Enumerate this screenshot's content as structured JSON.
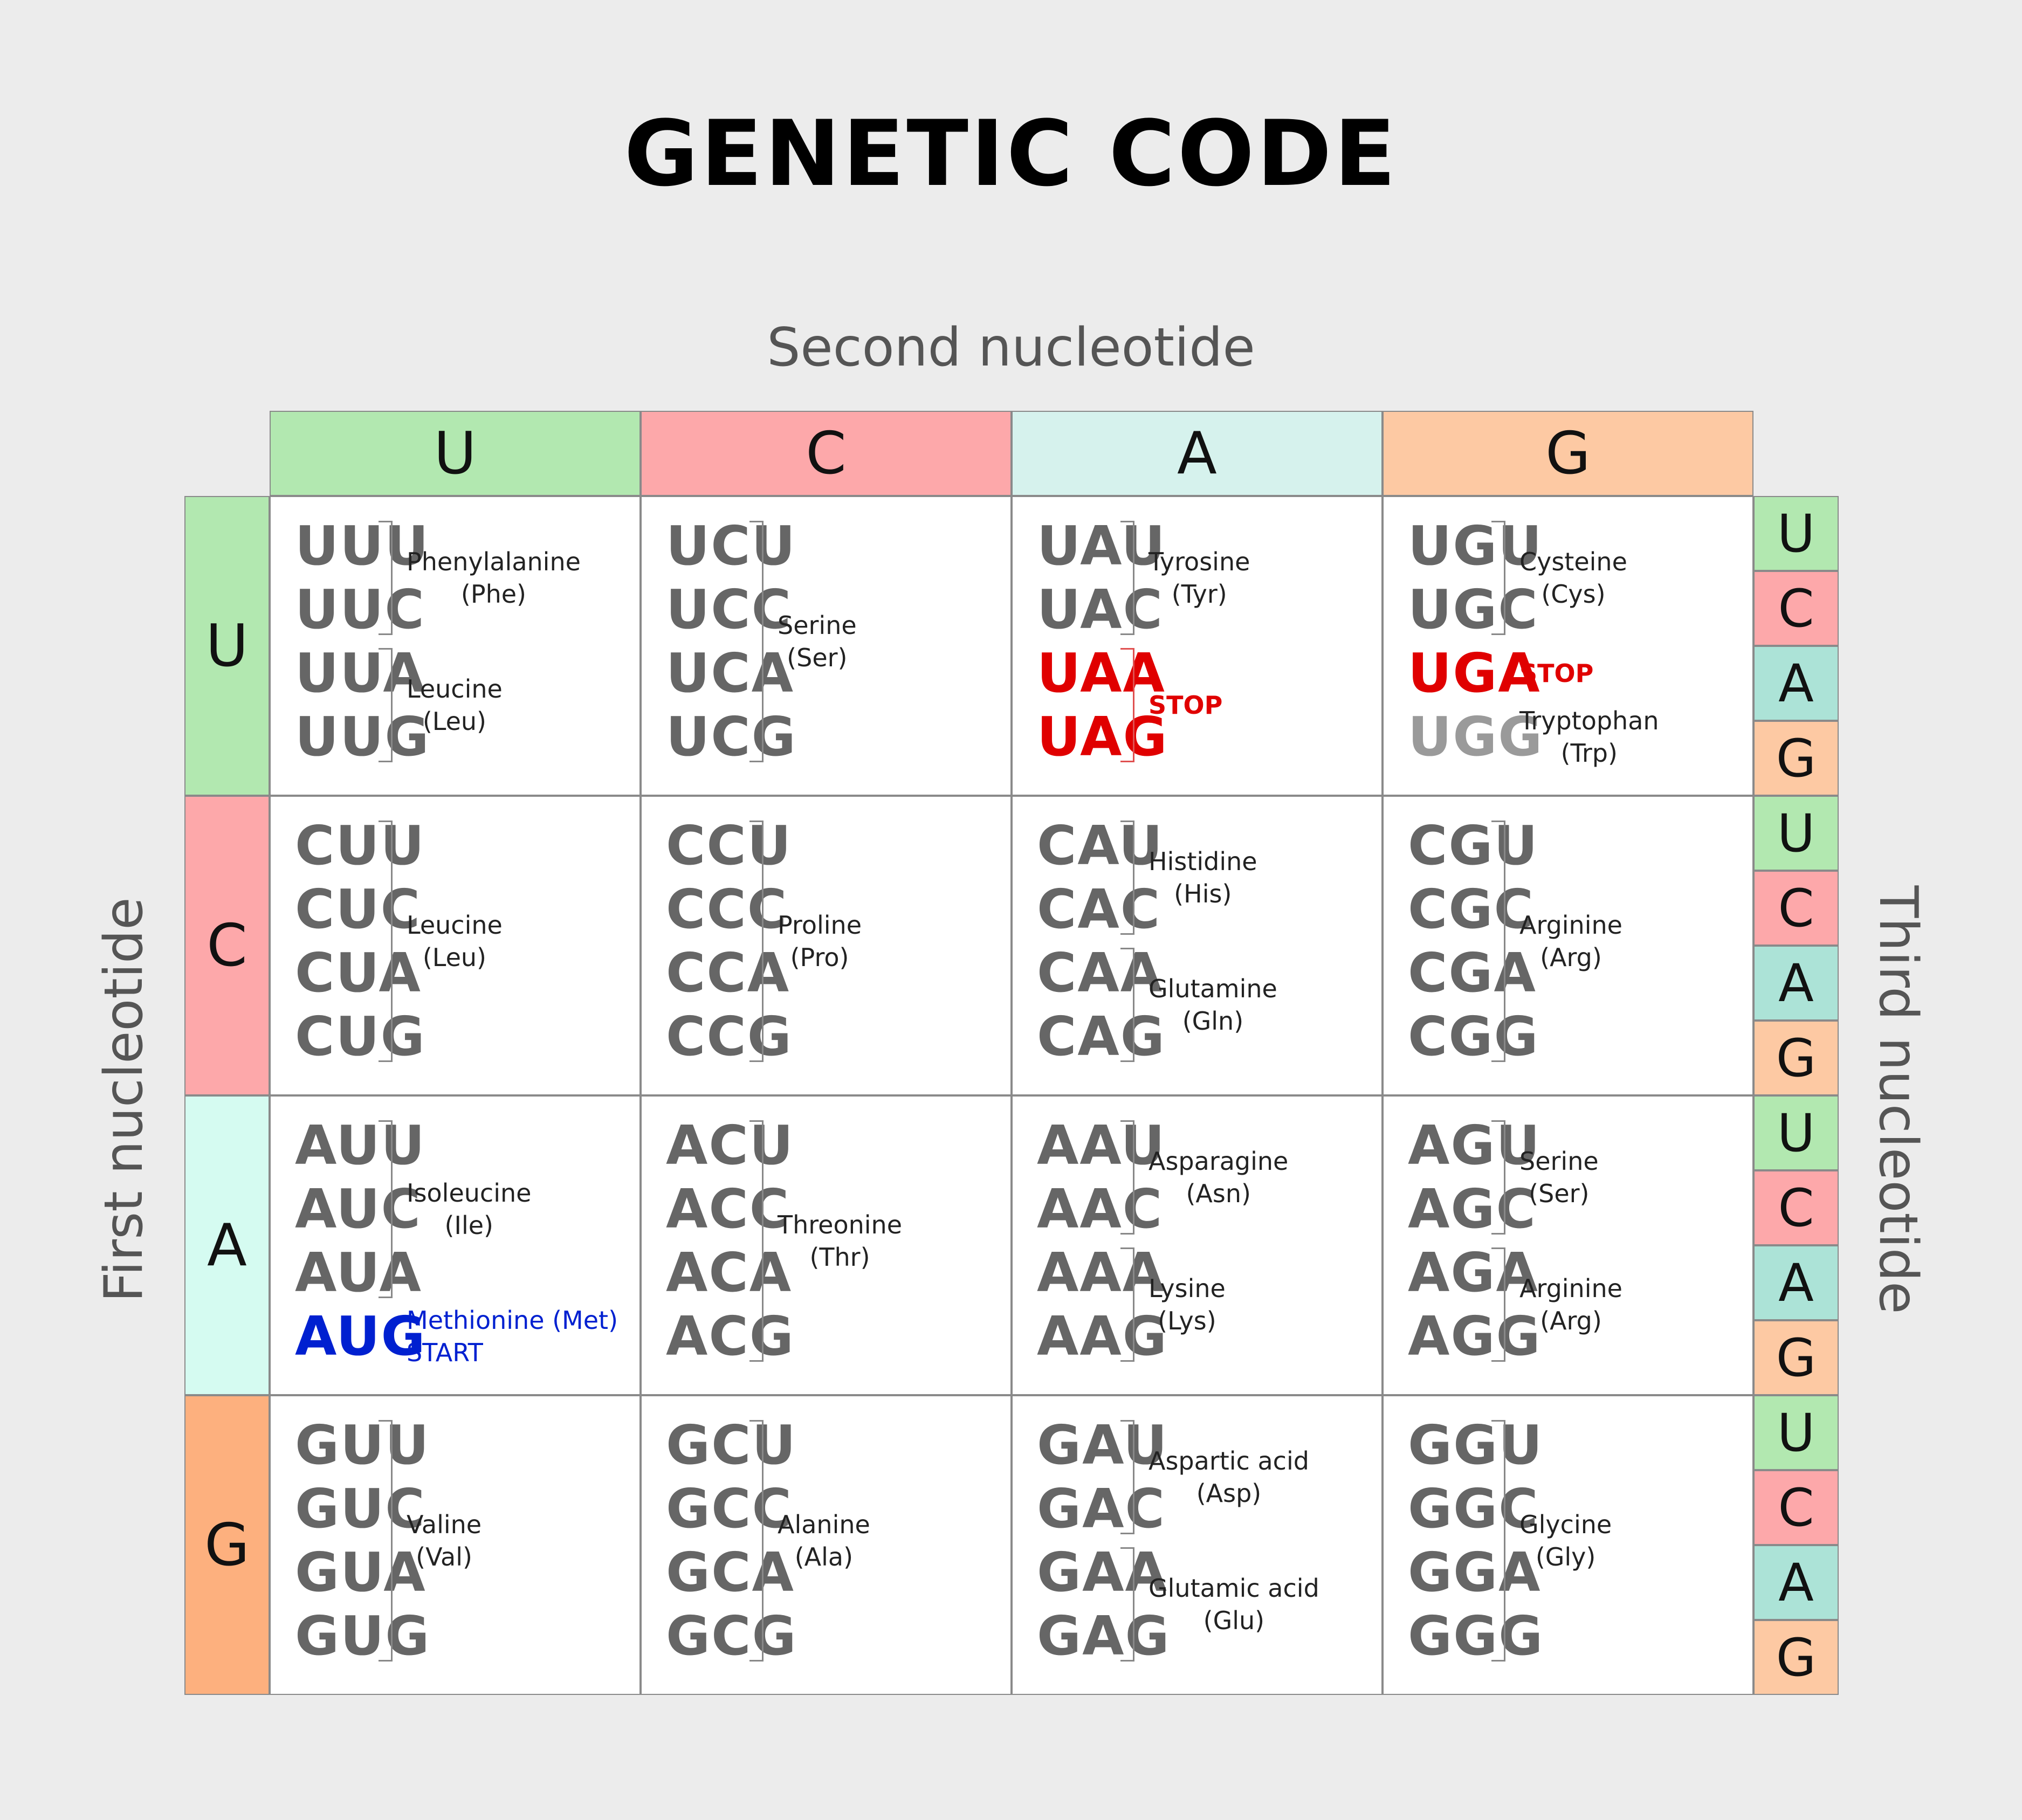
{
  "title": "GENETIC CODE",
  "second_nucleotide_label": "Second nucleotide",
  "first_nucleotide_label": "First nucleotide",
  "third_nucleotide_label": "Third nucleotide",
  "nucleotides": [
    "U",
    "C",
    "A",
    "G"
  ],
  "colors": {
    "U": "#b2e8b0",
    "C": "#fda8aa",
    "A_header": "#d6f2ed",
    "A_row": "#d5fbf1",
    "A_third": "#ace3d7",
    "G": "#fdc9a3",
    "G_row": "#fdb07e",
    "stop": "#e00000",
    "start": "#0020d0"
  },
  "cells": [
    [
      {
        "codons": [
          "UUU",
          "UUC",
          "UUA",
          "UUG"
        ],
        "groups": [
          {
            "span": [
              0,
              1
            ],
            "name": "Phenylalanine",
            "abbr": "(Phe)"
          },
          {
            "span": [
              2,
              3
            ],
            "name": "Leucine",
            "abbr": "(Leu)"
          }
        ]
      },
      {
        "codons": [
          "UCU",
          "UCC",
          "UCA",
          "UCG"
        ],
        "groups": [
          {
            "span": [
              0,
              3
            ],
            "name": "Serine",
            "abbr": "(Ser)"
          }
        ]
      },
      {
        "codons": [
          "UAU",
          "UAC",
          "UAA",
          "UAG"
        ],
        "groups": [
          {
            "span": [
              0,
              1
            ],
            "name": "Tyrosine",
            "abbr": "(Tyr)"
          },
          {
            "span": [
              2,
              3
            ],
            "name": "STOP",
            "abbr": "",
            "style": "stop"
          }
        ]
      },
      {
        "codons": [
          "UGU",
          "UGC",
          "UGA",
          "UGG"
        ],
        "groups": [
          {
            "span": [
              0,
              1
            ],
            "name": "Cysteine",
            "abbr": "(Cys)"
          },
          {
            "span": [
              2,
              2
            ],
            "name": "STOP",
            "abbr": "",
            "style": "stop",
            "nobracket": true
          },
          {
            "span": [
              3,
              3
            ],
            "name": "Tryptophan",
            "abbr": "(Trp)",
            "style": "lightgrey",
            "nobracket": true
          }
        ]
      }
    ],
    [
      {
        "codons": [
          "CUU",
          "CUC",
          "CUA",
          "CUG"
        ],
        "groups": [
          {
            "span": [
              0,
              3
            ],
            "name": "Leucine",
            "abbr": "(Leu)"
          }
        ]
      },
      {
        "codons": [
          "CCU",
          "CCC",
          "CCA",
          "CCG"
        ],
        "groups": [
          {
            "span": [
              0,
              3
            ],
            "name": "Proline",
            "abbr": "(Pro)"
          }
        ]
      },
      {
        "codons": [
          "CAU",
          "CAC",
          "CAA",
          "CAG"
        ],
        "groups": [
          {
            "span": [
              0,
              1
            ],
            "name": "Histidine",
            "abbr": "(His)"
          },
          {
            "span": [
              2,
              3
            ],
            "name": "Glutamine",
            "abbr": "(Gln)"
          }
        ]
      },
      {
        "codons": [
          "CGU",
          "CGC",
          "CGA",
          "CGG"
        ],
        "groups": [
          {
            "span": [
              0,
              3
            ],
            "name": "Arginine",
            "abbr": "(Arg)"
          }
        ]
      }
    ],
    [
      {
        "codons": [
          "AUU",
          "AUC",
          "AUA",
          "AUG"
        ],
        "groups": [
          {
            "span": [
              0,
              2
            ],
            "name": "Isoleucine",
            "abbr": "(Ile)"
          },
          {
            "span": [
              3,
              3
            ],
            "name": "Methionine (Met)",
            "abbr": "START",
            "style": "start",
            "nobracket": true
          }
        ]
      },
      {
        "codons": [
          "ACU",
          "ACC",
          "ACA",
          "ACG"
        ],
        "groups": [
          {
            "span": [
              0,
              3
            ],
            "name": "Threonine",
            "abbr": "(Thr)"
          }
        ]
      },
      {
        "codons": [
          "AAU",
          "AAC",
          "AAA",
          "AAG"
        ],
        "groups": [
          {
            "span": [
              0,
              1
            ],
            "name": "Asparagine",
            "abbr": "(Asn)"
          },
          {
            "span": [
              2,
              3
            ],
            "name": "Lysine",
            "abbr": "(Lys)"
          }
        ]
      },
      {
        "codons": [
          "AGU",
          "AGC",
          "AGA",
          "AGG"
        ],
        "groups": [
          {
            "span": [
              0,
              1
            ],
            "name": "Serine",
            "abbr": "(Ser)"
          },
          {
            "span": [
              2,
              3
            ],
            "name": "Arginine",
            "abbr": "(Arg)"
          }
        ]
      }
    ],
    [
      {
        "codons": [
          "GUU",
          "GUC",
          "GUA",
          "GUG"
        ],
        "groups": [
          {
            "span": [
              0,
              3
            ],
            "name": "Valine",
            "abbr": "(Val)"
          }
        ]
      },
      {
        "codons": [
          "GCU",
          "GCC",
          "GCA",
          "GCG"
        ],
        "groups": [
          {
            "span": [
              0,
              3
            ],
            "name": "Alanine",
            "abbr": "(Ala)"
          }
        ]
      },
      {
        "codons": [
          "GAU",
          "GAC",
          "GAA",
          "GAG"
        ],
        "groups": [
          {
            "span": [
              0,
              1
            ],
            "name": "Aspartic acid",
            "abbr": "(Asp)"
          },
          {
            "span": [
              2,
              3
            ],
            "name": "Glutamic acid",
            "abbr": "(Glu)"
          }
        ]
      },
      {
        "codons": [
          "GGU",
          "GGC",
          "GGA",
          "GGG"
        ],
        "groups": [
          {
            "span": [
              0,
              3
            ],
            "name": "Glycine",
            "abbr": "(Gly)"
          }
        ]
      }
    ]
  ]
}
